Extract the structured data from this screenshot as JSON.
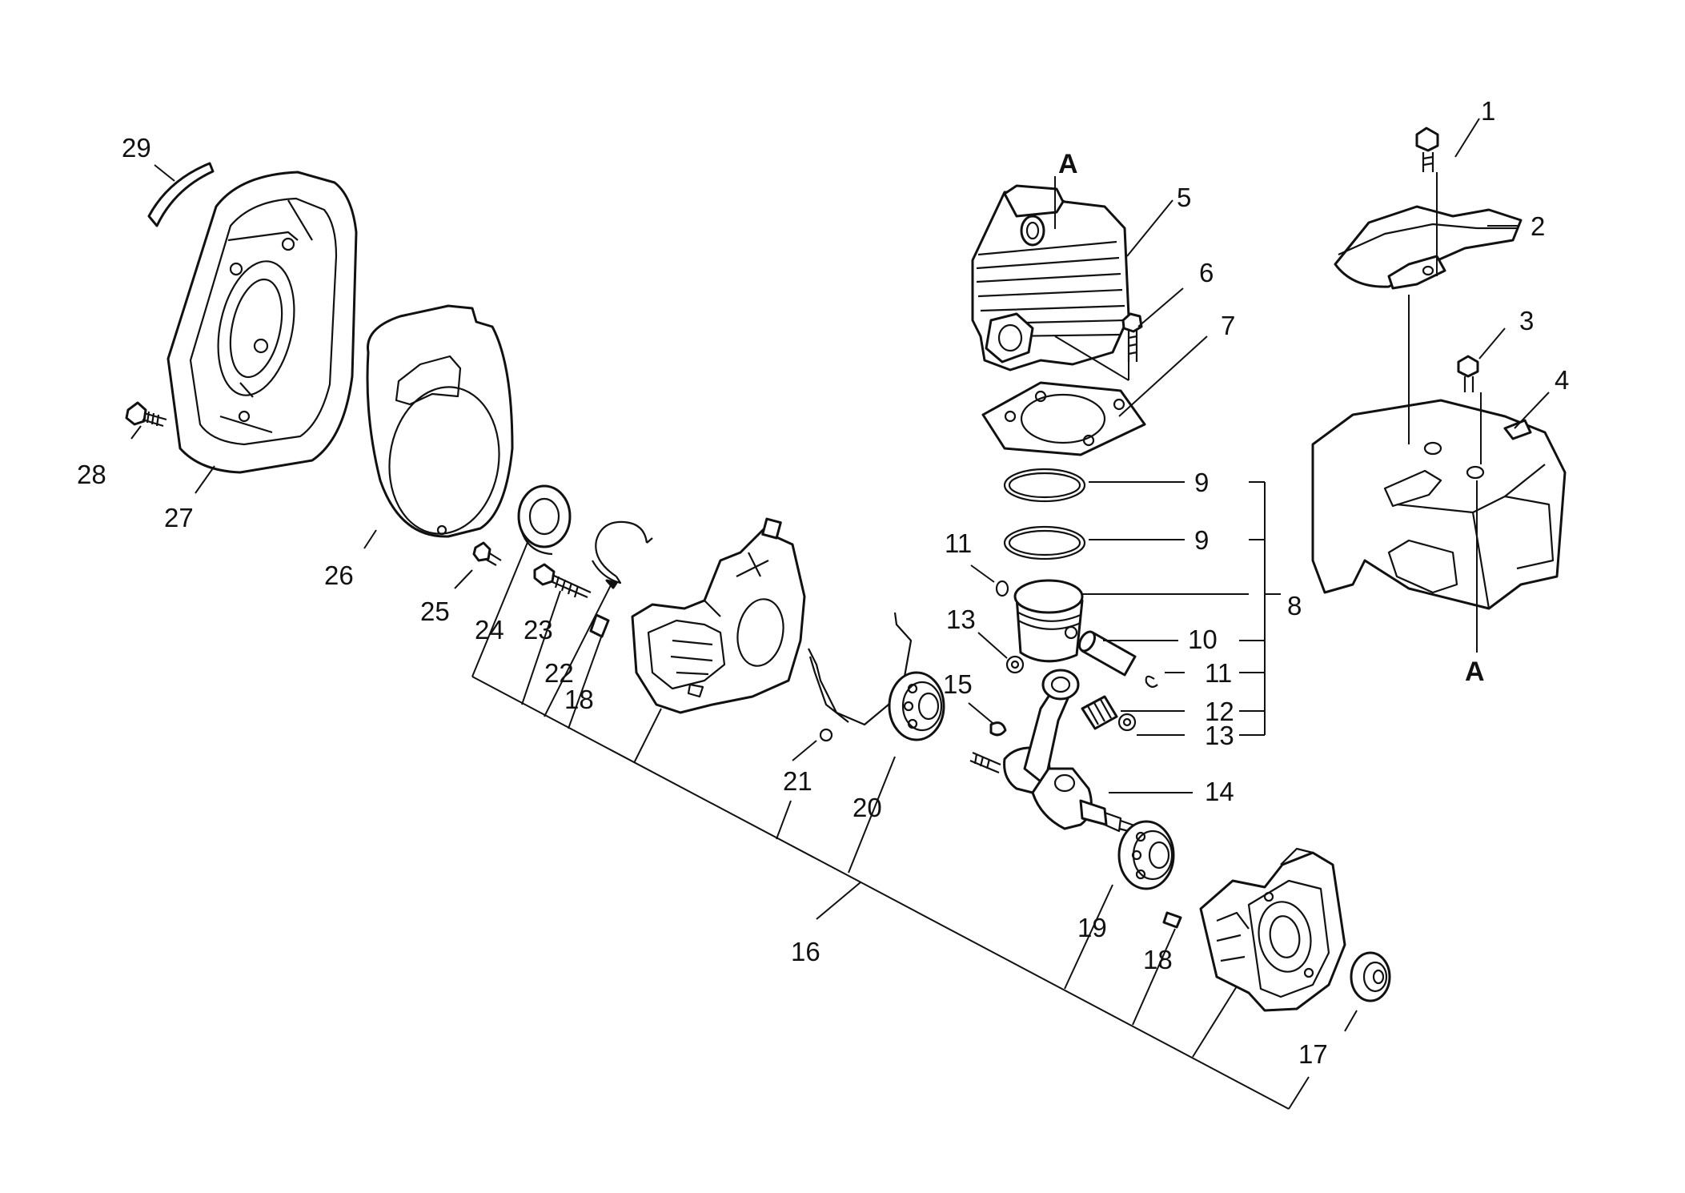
{
  "labels": {
    "p1": "1",
    "p2": "2",
    "p3": "3",
    "p4": "4",
    "p5": "5",
    "p6": "6",
    "p7": "7",
    "p8": "8",
    "p9a": "9",
    "p9b": "9",
    "p10": "10",
    "p11a": "11",
    "p11b": "11",
    "p12": "12",
    "p13a": "13",
    "p13b": "13",
    "p14": "14",
    "p15": "15",
    "p16": "16",
    "p17": "17",
    "p18a": "18",
    "p18b": "18",
    "p19": "19",
    "p20": "20",
    "p21": "21",
    "p22": "22",
    "p23": "23",
    "p24": "24",
    "p25": "25",
    "p26": "26",
    "p27": "27",
    "p28": "28",
    "p29": "29",
    "refA1": "A",
    "refA2": "A"
  }
}
